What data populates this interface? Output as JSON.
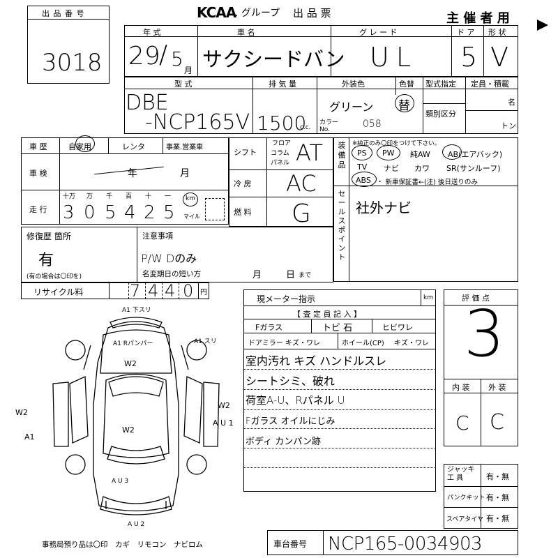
{
  "lot": {
    "label": "出 品 番 号",
    "number": "3018"
  },
  "header": {
    "logo": "KCAA",
    "group": ". グループ",
    "title": "出 品 票",
    "organizer": "主 催 者 用"
  },
  "top": {
    "year_label": "年 式",
    "year": "29",
    "month": "5",
    "month_unit": "月",
    "car_name_label": "車 名",
    "car_name": "サクシードバン",
    "grade_label": "グ レ ー ド",
    "grade": "UL",
    "door_label": "ド ア",
    "door": "5",
    "form_label": "形 状",
    "form": "V"
  },
  "model": {
    "label": "型 式",
    "line1": "DBE",
    "line2": "-NCP165V",
    "cc_label": "排 気 量",
    "cc": "1500",
    "cc_unit": "c.c.",
    "color_label": "外装色",
    "color": "グリーン",
    "color_no_label": "カラー No.",
    "color_no": "058",
    "color_code_label": "色替",
    "color_change": "替",
    "type_spec_label": "型式指定",
    "category_label": "類別区分",
    "capacity_label": "定員・積載",
    "person_unit": "名",
    "ton_unit": "トン"
  },
  "history": {
    "label": "車 歴",
    "options": [
      "自家用",
      "レンタ",
      "事業.営業車"
    ],
    "selected": "自家用"
  },
  "shift": {
    "label": "シフト",
    "options": [
      "フロア",
      "コラム",
      "パネル"
    ],
    "value": "AT"
  },
  "ac": {
    "label": "冷 房",
    "value": "AC"
  },
  "fuel": {
    "label": "燃 料",
    "value": "G"
  },
  "inspection": {
    "label": "車 検",
    "year_unit": "年",
    "month_unit": "月"
  },
  "mileage": {
    "label": "走 行",
    "units": [
      "十万",
      "万",
      "千",
      "百",
      "十",
      "一"
    ],
    "digits": [
      "3",
      "0",
      "5",
      "4",
      "2",
      "5"
    ],
    "km": "km",
    "mile": "マイル"
  },
  "equipment": {
    "label": "装 備 品",
    "note": "※純正のみ〇印をつけて下さい。",
    "row1": [
      "PS",
      "PW",
      "純AW",
      "AB(エアバック)"
    ],
    "row2": [
      "TV",
      "ナビ",
      "カワ",
      "SR(サンルーフ)"
    ],
    "row3": [
      "ABS",
      "・ 新車保証書←(注) 後日送りのみ"
    ],
    "circled": [
      "PS",
      "PW",
      "AB",
      "ABS"
    ]
  },
  "sales_point": {
    "label": "セールスポイント",
    "text": "社外ナビ"
  },
  "repair": {
    "label": "修復歴 箇所",
    "value": "有",
    "note": "(有の場合は〇印を)"
  },
  "caution": {
    "label": "注意事項",
    "line1": "P/W Dのみ",
    "line2": "名変期日の短い方",
    "month": "月",
    "day": "日",
    "until": "まで"
  },
  "recycle": {
    "label": "リサイクル料",
    "digits": [
      "7",
      "4",
      "4",
      "0"
    ],
    "unit": "円"
  },
  "meter": {
    "label": "現メーター指示",
    "unit": "km"
  },
  "inspector": {
    "title": "【 査 定 員 記 入 】",
    "row1": [
      "Fガラス",
      "トビ 石",
      "ヒビワレ"
    ],
    "row2": [
      "ドアミラー キズ・ワレ",
      "ホイール(CP)",
      "キズ・ワレ"
    ],
    "notes": [
      "室内汚れ キズ ハンドルスレ",
      "シートシミ、破れ",
      "荷室A-U、Rパネル U",
      "Fガラス オイルにじみ",
      "ボディ カンパン跡"
    ]
  },
  "rating": {
    "label": "評 価 点",
    "score": "3",
    "interior_label": "内 装",
    "interior": "C",
    "exterior_label": "外 装",
    "exterior": "C"
  },
  "tools": [
    {
      "label": "ジャッキ 工 具",
      "value": "有・無"
    },
    {
      "label": "パンクキット",
      "value": "有・無"
    },
    {
      "label": "スペアタイヤ",
      "value": "有・無"
    }
  ],
  "diagram_marks": [
    "A1 下スリ",
    "A1 Rパンパー",
    "W2",
    "W2",
    "W2",
    "A U 1",
    "A1",
    "A U 3",
    "A U 2",
    "A1 スリ"
  ],
  "office_note": "事務局預り品は〇印　カギ　リモコン　ナビロム",
  "chassis": {
    "label": "車台番号",
    "value": "NCP165-0034903"
  }
}
